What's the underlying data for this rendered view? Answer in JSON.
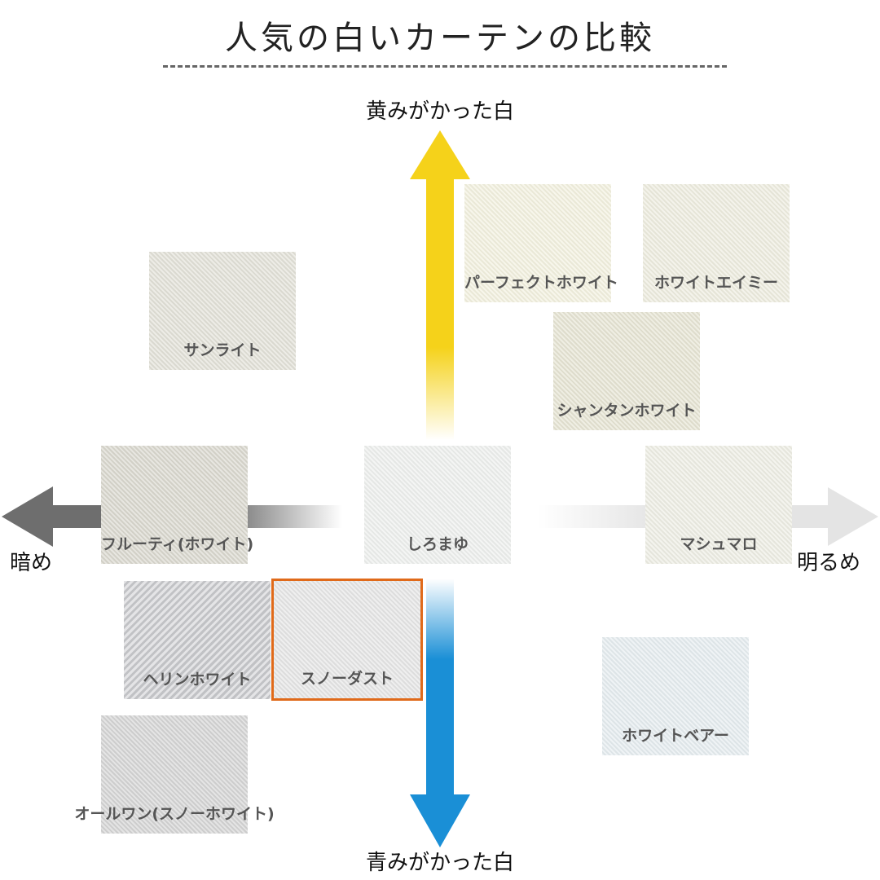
{
  "title": "人気の白いカーテンの比較",
  "axes": {
    "top": "黄みがかった白",
    "bottom": "青みがかった白",
    "left": "暗め",
    "right": "明るめ"
  },
  "colors": {
    "yellow_arrow": "#f5d21a",
    "blue_arrow": "#1a8fd6",
    "dark_arrow": "#6e6e6e",
    "light_arrow": "#e4e4e4",
    "highlight": "#e06a1a"
  },
  "swatches": [
    {
      "label": "パーフェクトホワイト",
      "color": "#f3f1e0"
    },
    {
      "label": "ホワイトエイミー",
      "color": "#eeede0"
    },
    {
      "label": "サンライト",
      "color": "#e3e2d9"
    },
    {
      "label": "シャンタンホワイト",
      "color": "#e7e5d4"
    },
    {
      "label": "フルーティ(ホワイト)",
      "color": "#dad8cf"
    },
    {
      "label": "しろまゆ",
      "color": "#eef0ee"
    },
    {
      "label": "マシュマロ",
      "color": "#eeeee5"
    },
    {
      "label": "ヘリンホワイト",
      "color": "#cdced1"
    },
    {
      "label": "スノーダスト",
      "color": "#e6e6e6"
    },
    {
      "label": "ホワイトベアー",
      "color": "#e6edf0"
    },
    {
      "label": "オールワン(スノーホワイト)",
      "color": "#d5d5d5"
    }
  ]
}
